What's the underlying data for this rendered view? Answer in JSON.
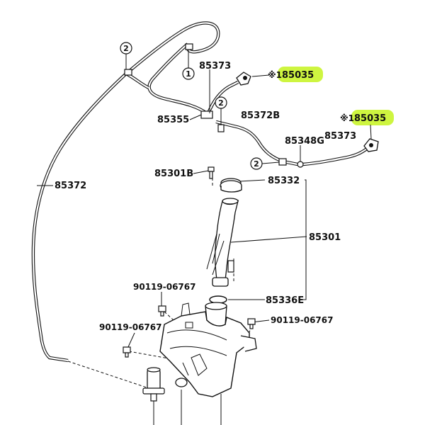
{
  "diagram": {
    "callouts": {
      "c1": "1",
      "c2a": "2",
      "c2b": "2",
      "c2c": "2"
    },
    "labels": {
      "p85373_top": "85373",
      "p85035_top": "85035",
      "p85035_top_mark": "※1",
      "p85355": "85355",
      "p85372b": "85372B",
      "p85035_right": "85035",
      "p85035_right_mark": "※1",
      "p85348g": "85348G",
      "p85373_right": "85373",
      "p85301b": "85301B",
      "p85332": "85332",
      "p85372": "85372",
      "p85301": "85301",
      "p90119_a": "90119-06767",
      "p85336e": "85336E",
      "p90119_b": "90119-06767",
      "p90119_c": "90119-06767"
    },
    "highlight_color": "#c6f31f"
  }
}
